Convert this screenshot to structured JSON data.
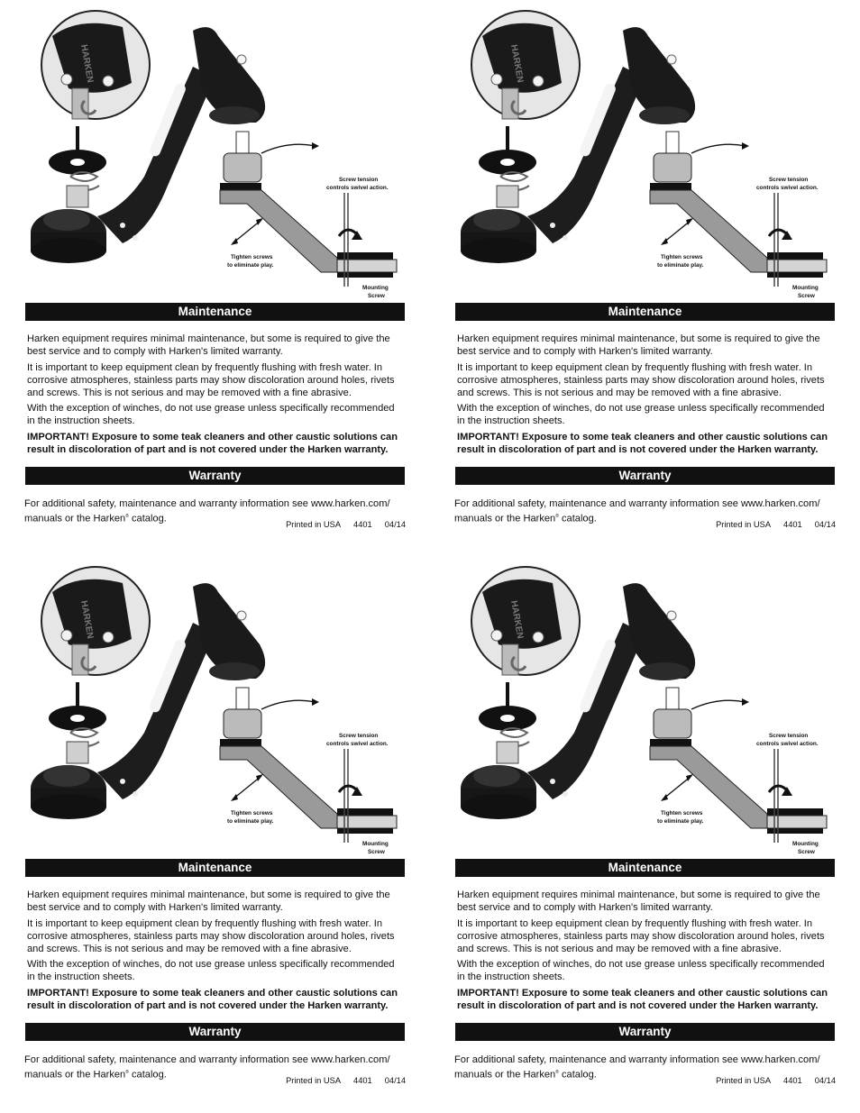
{
  "copies": [
    {
      "callouts": {
        "screw_tension_1": "Screw tension",
        "screw_tension_2": "controls swivel action.",
        "tighten_1": "Tighten screws",
        "tighten_2": "to eliminate play.",
        "mounting_1": "Mounting",
        "mounting_2": "Screw"
      },
      "maintenance_title": "Maintenance",
      "paragraphs": [
        "Harken equipment requires minimal maintenance, but some is required to give the best service and to comply with Harken's limited warranty.",
        "It is important to keep equipment clean by frequently flushing with fresh water. In corrosive atmospheres, stainless parts may show discoloration around holes, rivets and screws. This is not serious and may be removed with a fine abrasive.",
        "With the exception of winches, do not use grease unless specifically recommended in the instruction sheets."
      ],
      "important": "IMPORTANT! Exposure to some teak cleaners and other caustic solutions can result in discoloration of part and is not covered under the Harken warranty.",
      "warranty_title": "Warranty",
      "footer_text_1": "For additional safety, maintenance and warranty information see www.harken.com/ manuals or the Harken",
      "reg_mark": "®",
      "footer_text_2": " catalog.",
      "printed": "Printed in USA",
      "part_number": "4401",
      "date": "04/14"
    },
    {
      "callouts": {
        "screw_tension_1": "Screw tension",
        "screw_tension_2": "controls swivel action.",
        "tighten_1": "Tighten screws",
        "tighten_2": "to eliminate play.",
        "mounting_1": "Mounting",
        "mounting_2": "Screw"
      },
      "maintenance_title": "Maintenance",
      "paragraphs": [
        "Harken equipment requires minimal maintenance, but some is required to give the best service and to comply with Harken's limited warranty.",
        "It is important to keep equipment clean by frequently flushing with fresh water. In corrosive atmospheres, stainless parts may show discoloration around holes, rivets and screws. This is not serious and may be removed with a fine abrasive.",
        "With the exception of winches, do not use grease unless specifically recommended in the instruction sheets."
      ],
      "important": "IMPORTANT! Exposure to some teak cleaners and other caustic solutions can result in discoloration of part and is not covered under the Harken warranty.",
      "warranty_title": "Warranty",
      "footer_text_1": "For additional safety, maintenance and warranty information see www.harken.com/ manuals or the Harken",
      "reg_mark": "®",
      "footer_text_2": " catalog.",
      "printed": "Printed in USA",
      "part_number": "4401",
      "date": "04/14"
    },
    {
      "callouts": {
        "screw_tension_1": "Screw tension",
        "screw_tension_2": "controls swivel action.",
        "tighten_1": "Tighten screws",
        "tighten_2": "to eliminate play.",
        "mounting_1": "Mounting",
        "mounting_2": "Screw"
      },
      "maintenance_title": "Maintenance",
      "paragraphs": [
        "Harken equipment requires minimal maintenance, but some is required to give the best service and to comply with Harken's limited warranty.",
        "It is important to keep equipment clean by frequently flushing with fresh water. In corrosive atmospheres, stainless parts may show discoloration around holes, rivets and screws. This is not serious and may be removed with a fine abrasive.",
        "With the exception of winches, do not use grease unless specifically recommended in the instruction sheets."
      ],
      "important": "IMPORTANT! Exposure to some teak cleaners and other caustic solutions can result in discoloration of part and is not covered under the Harken warranty.",
      "warranty_title": "Warranty",
      "footer_text_1": "For additional safety, maintenance and warranty information see www.harken.com/ manuals or the Harken",
      "reg_mark": "®",
      "footer_text_2": " catalog.",
      "printed": "Printed in USA",
      "part_number": "4401",
      "date": "04/14"
    },
    {
      "callouts": {
        "screw_tension_1": "Screw tension",
        "screw_tension_2": "controls swivel action.",
        "tighten_1": "Tighten screws",
        "tighten_2": "to eliminate play.",
        "mounting_1": "Mounting",
        "mounting_2": "Screw"
      },
      "maintenance_title": "Maintenance",
      "paragraphs": [
        "Harken equipment requires minimal maintenance, but some is required to give the best service and to comply with Harken's limited warranty.",
        "It is important to keep equipment clean by frequently flushing with fresh water. In corrosive atmospheres, stainless parts may show discoloration around holes, rivets and screws. This is not serious and may be removed with a fine abrasive.",
        "With the exception of winches, do not use grease unless specifically recommended in the instruction sheets."
      ],
      "important": "IMPORTANT! Exposure to some teak cleaners and other caustic solutions can result in discoloration of part and is not covered under the Harken warranty.",
      "warranty_title": "Warranty",
      "footer_text_1": "For additional safety, maintenance and warranty information see www.harken.com/ manuals or the Harken",
      "reg_mark": "®",
      "footer_text_2": " catalog.",
      "printed": "Printed in USA",
      "part_number": "4401",
      "date": "04/14"
    }
  ]
}
